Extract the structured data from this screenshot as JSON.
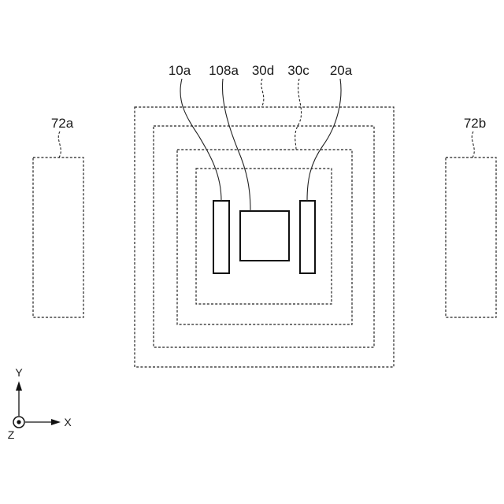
{
  "labels": {
    "a10": "10a",
    "a108": "108a",
    "d30": "30d",
    "c30": "30c",
    "a20": "20a",
    "a72": "72a",
    "b72": "72b"
  },
  "axes": {
    "x": "X",
    "y": "Y",
    "z": "Z"
  }
}
